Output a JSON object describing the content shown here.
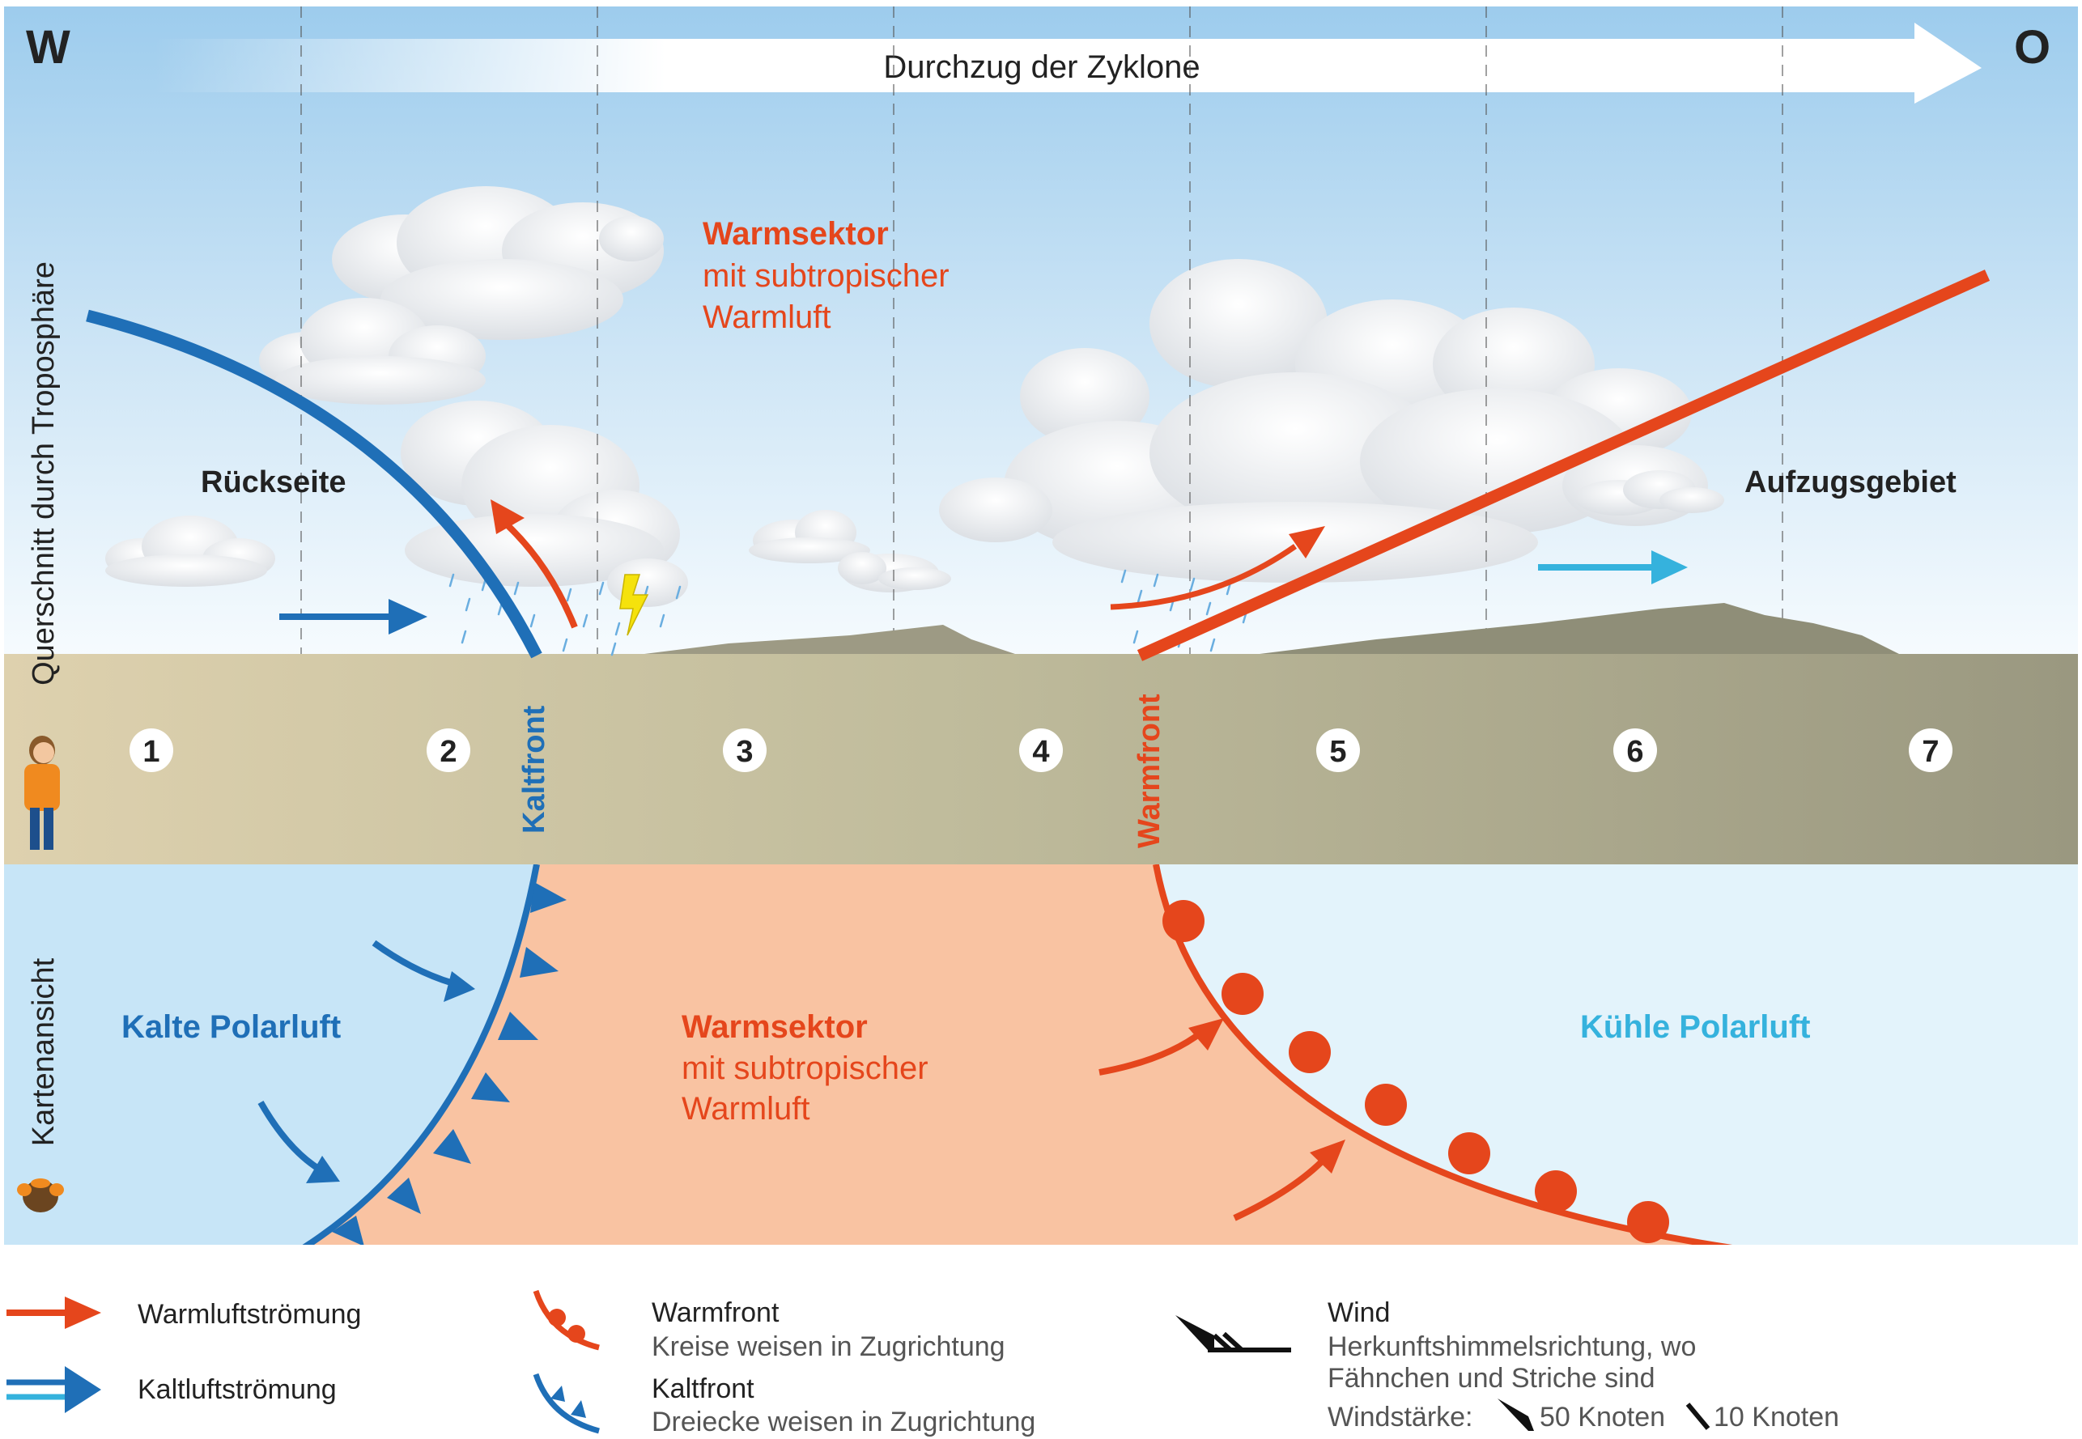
{
  "compass": {
    "west": "W",
    "east": "O"
  },
  "banner": {
    "title": "Durchzug der Zyklone"
  },
  "side_labels": {
    "cross_section": "Querschnitt durch Troposphäre",
    "map_view": "Kartenansicht"
  },
  "cross_section": {
    "warm_sector": {
      "title": "Warmsektor",
      "line1": "mit subtropischer",
      "line2": "Warmluft"
    },
    "rear_side": "Rückseite",
    "ascent_area": "Aufzugsgebiet",
    "cold_front_label": "Kaltfront",
    "warm_front_label": "Warmfront",
    "stations": [
      "1",
      "2",
      "3",
      "4",
      "5",
      "6",
      "7"
    ]
  },
  "map_view": {
    "cold_air": "Kalte Polarluft",
    "cool_air": "Kühle Polarluft",
    "warm_sector": {
      "title": "Warmsektor",
      "line1": "mit subtropischer",
      "line2": "Warmluft"
    }
  },
  "legend": {
    "warm_flow": "Warmluftströmung",
    "cold_flow": "Kaltluftströmung",
    "warm_front": {
      "title": "Warmfront",
      "desc": "Kreise weisen in Zugrichtung"
    },
    "cold_front": {
      "title": "Kaltfront",
      "desc": "Dreiecke weisen in Zugrichtung"
    },
    "wind": {
      "title": "Wind",
      "desc1": "Herkunftshimmelsrichtung, wo",
      "desc2": "Fähnchen und Striche sind",
      "strength_label": "Windstärke:",
      "knots_50": "50 Knoten",
      "knots_10": "10 Knoten"
    }
  },
  "colors": {
    "warm": "#e5461c",
    "cold": "#1f6fb7",
    "cool": "#35b2dd",
    "warm_sector_fill": "#f9c3a2",
    "cold_air_fill": "#c7e5f7",
    "cool_air_fill": "#e3f3fb",
    "lightning": "#f5e20c",
    "person_jacket": "#f08a1f",
    "person_trousers": "#1d4f8c"
  },
  "icons": {
    "person": "person-icon",
    "observer_top": "observer-head-icon",
    "lightning": "lightning-bolt-icon",
    "rain": "rain-icon",
    "cloud": "cloud-icon"
  }
}
